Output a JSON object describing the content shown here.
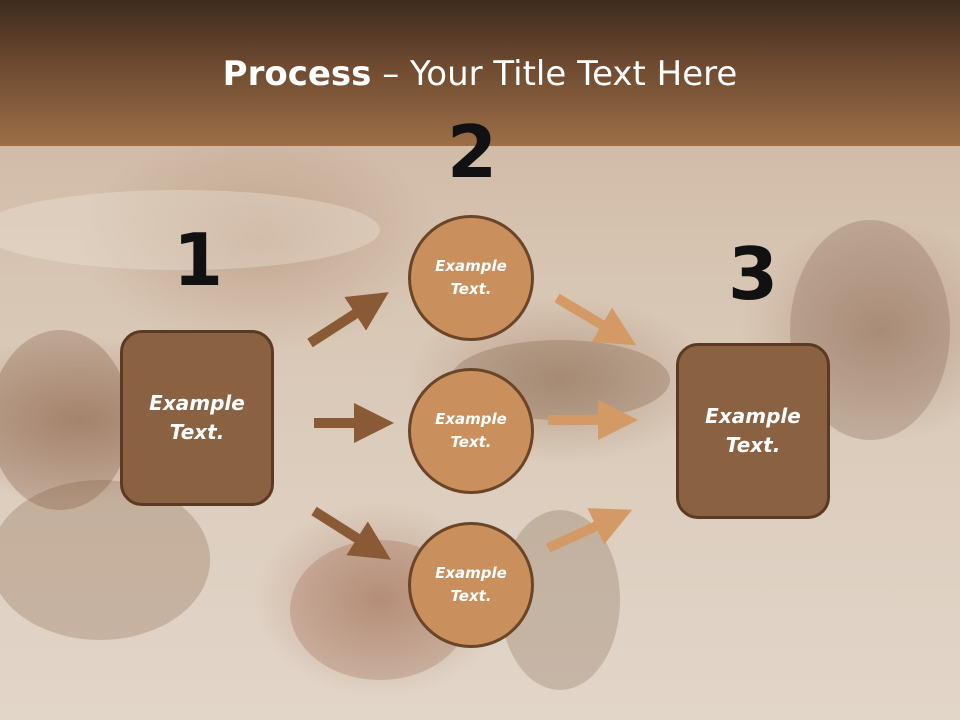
{
  "title": {
    "bold": "Process",
    "dash": " – ",
    "rest": "Your Title Text Here"
  },
  "steps": [
    {
      "number": "1",
      "text": "Example\nText."
    },
    {
      "number": "2",
      "items": [
        "Example\nText.",
        "Example\nText.",
        "Example\nText."
      ]
    },
    {
      "number": "3",
      "text": "Example\nText."
    }
  ],
  "colors": {
    "header": "#6e4a30",
    "box_fill": "#8a6242",
    "circle_fill": "#c98f5d",
    "arrow_dark": "#8a5a36",
    "arrow_light": "#d49a65"
  }
}
